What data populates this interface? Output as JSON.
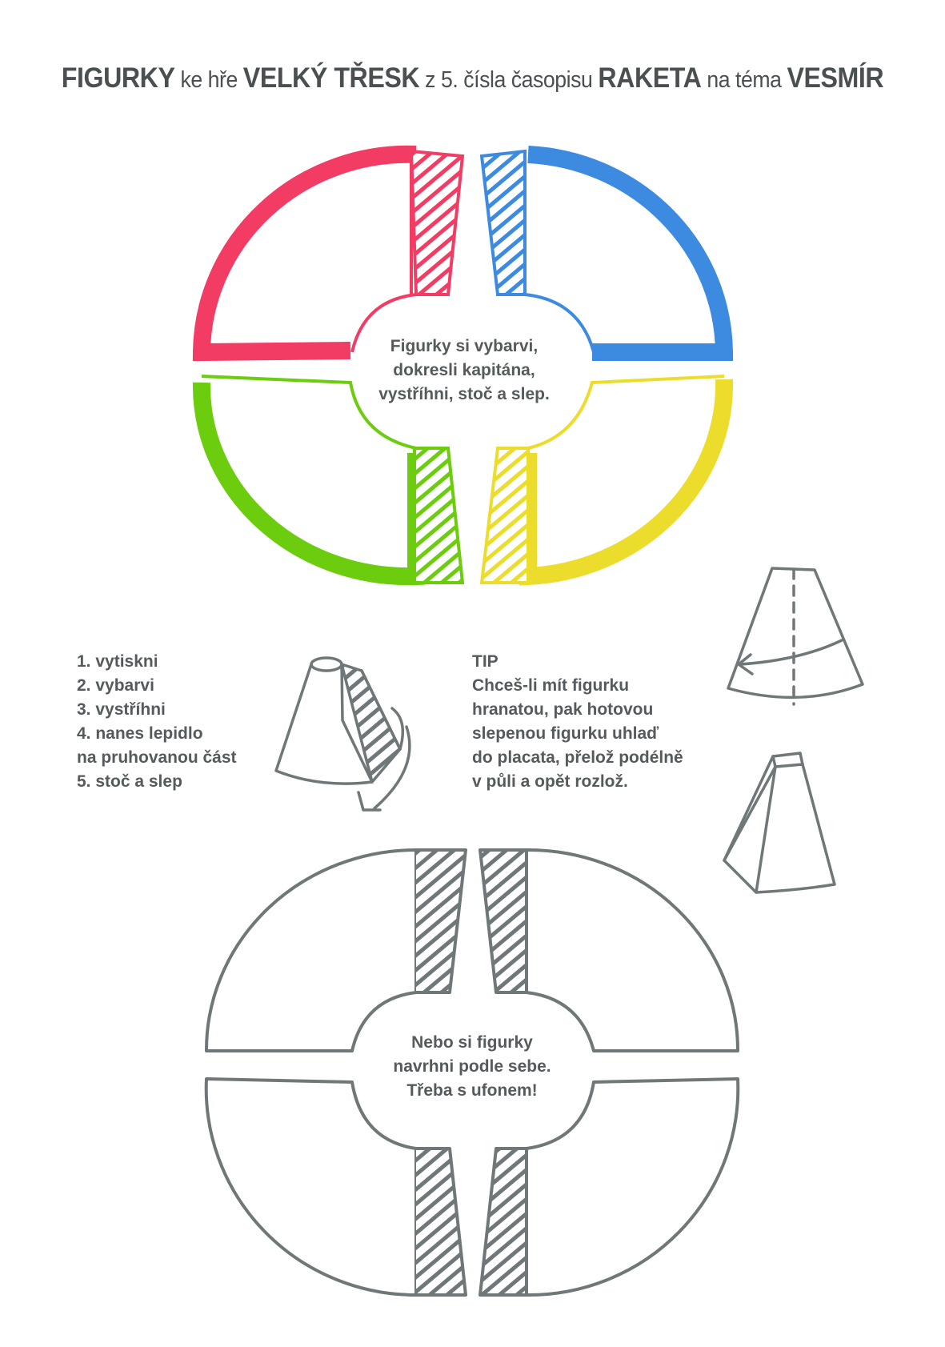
{
  "title": {
    "figurky": "FIGURKY",
    "ke_hre": "ke hře",
    "game_name": "VELKÝ TŘESK",
    "from_issue": "z 5. čísla časopisu",
    "magazine": "RAKETA",
    "on_theme": "na téma",
    "theme": "VESMÍR"
  },
  "colored_template": {
    "center_text": [
      "Figurky si vybarvi,",
      "dokresli kapitána,",
      "vystříhni, stoč a slep."
    ],
    "colors": {
      "red": "#f23c64",
      "blue": "#3d8be0",
      "green": "#6ccc0e",
      "yellow": "#ecdc2c"
    }
  },
  "steps": [
    "1. vytiskni",
    "2. vybarvi",
    "3. vystříhni",
    "4. nanes lepidlo",
    "na pruhovanou část",
    "5. stoč a slep"
  ],
  "tip": {
    "heading": "TIP",
    "lines": [
      "Chceš-li mít figurku",
      "hranatou, pak hotovou",
      "slepenou figurku uhlaď",
      "do placata, přelož podélně",
      "v půli a opět rozlož."
    ]
  },
  "blank_template": {
    "center_text": [
      "Nebo si figurky",
      "navrhni podle sebe.",
      "Třeba s ufonem!"
    ],
    "outline_color": "#6f7778"
  }
}
